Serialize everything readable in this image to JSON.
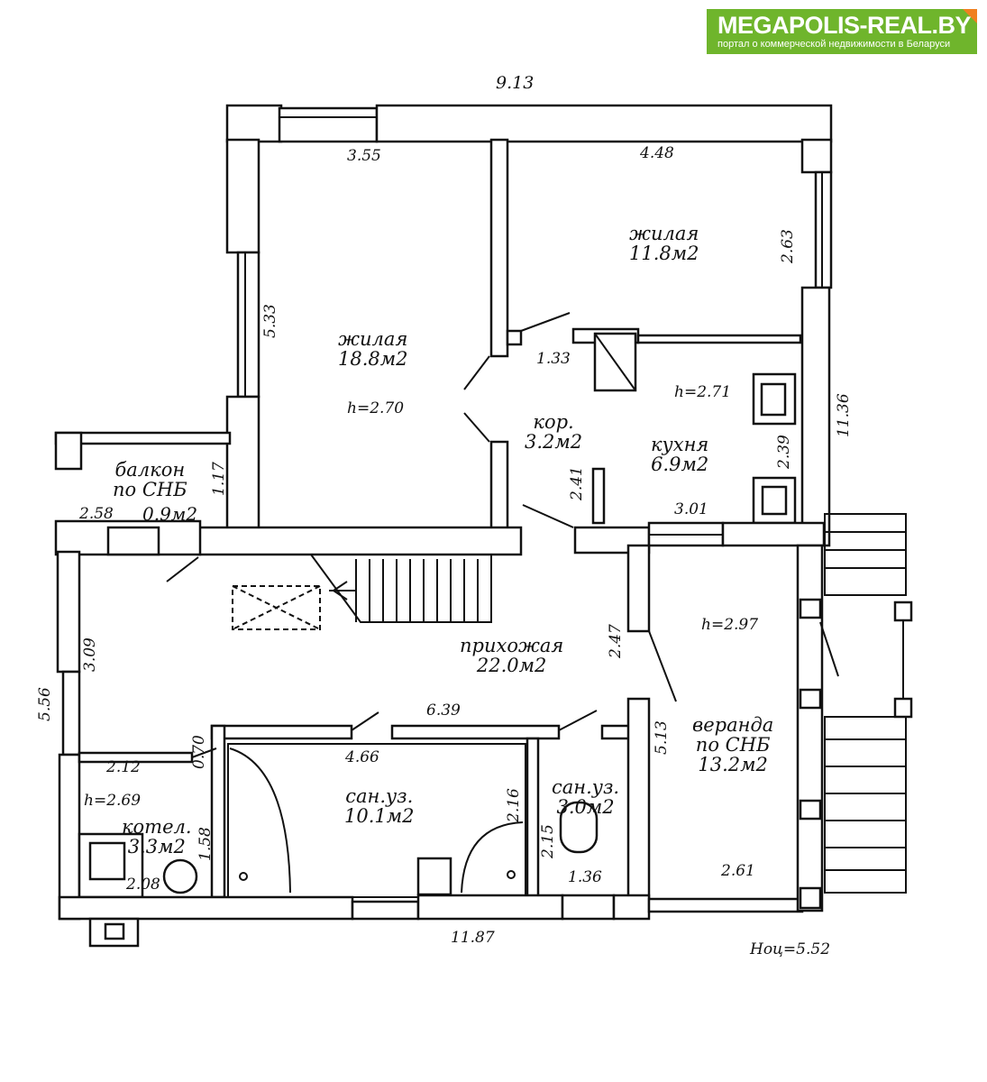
{
  "logo": {
    "name": "MEGAPOLIS-REAL.BY",
    "tagline": "портал о коммерческой недвижимости в Беларуси",
    "bg_color": "#6fb52c",
    "accent_color": "#f08020"
  },
  "rooms": [
    {
      "id": "living1",
      "name": "жилая",
      "area": "18.8м2",
      "height": "h=2.70"
    },
    {
      "id": "living2",
      "name": "жилая",
      "area": "11.8м2"
    },
    {
      "id": "corridor",
      "name": "кор.",
      "area": "3.2м2"
    },
    {
      "id": "kitchen",
      "name": "кухня",
      "area": "6.9м2",
      "height": "h=2.71"
    },
    {
      "id": "balcony",
      "name": "балкон",
      "name2": "по СНБ",
      "area": "0.9м2"
    },
    {
      "id": "hall",
      "name": "прихожая",
      "area": "22.0м2"
    },
    {
      "id": "veranda",
      "name": "веранда",
      "name2": "по СНБ",
      "area": "13.2м2",
      "height": "h=2.97"
    },
    {
      "id": "bath1",
      "name": "сан.уз.",
      "area": "10.1м2"
    },
    {
      "id": "bath2",
      "name": "сан.уз.",
      "area": "3.0м2"
    },
    {
      "id": "boiler",
      "name": "котел.",
      "area": "3.3м2",
      "height": "h=2.69"
    }
  ],
  "dimensions": {
    "top_total": "9.13",
    "living1_w": "3.55",
    "living2_w": "4.48",
    "living1_h": "5.33",
    "living2_h": "2.63",
    "corr_w": "1.33",
    "right_total": "11.36",
    "kitchen_h": "2.39",
    "kitchen_w": "3.01",
    "corr_h": "2.41",
    "balcony_h": "1.17",
    "balcony_w": "2.58",
    "hall_h": "3.09",
    "left_total": "5.56",
    "hall_w2": "2.47",
    "hall_w": "6.39",
    "bath_w": "4.66",
    "veranda_h": "5.13",
    "boiler_w": "2.12",
    "door": "0.70",
    "bath1_h": "2.16",
    "bath2_h": "2.15",
    "boiler_h": "1.58",
    "boiler_w2": "2.08",
    "bath2_w": "1.36",
    "veranda_w": "2.61",
    "bottom_total": "11.87",
    "total_height": "Ноц=5.52"
  }
}
